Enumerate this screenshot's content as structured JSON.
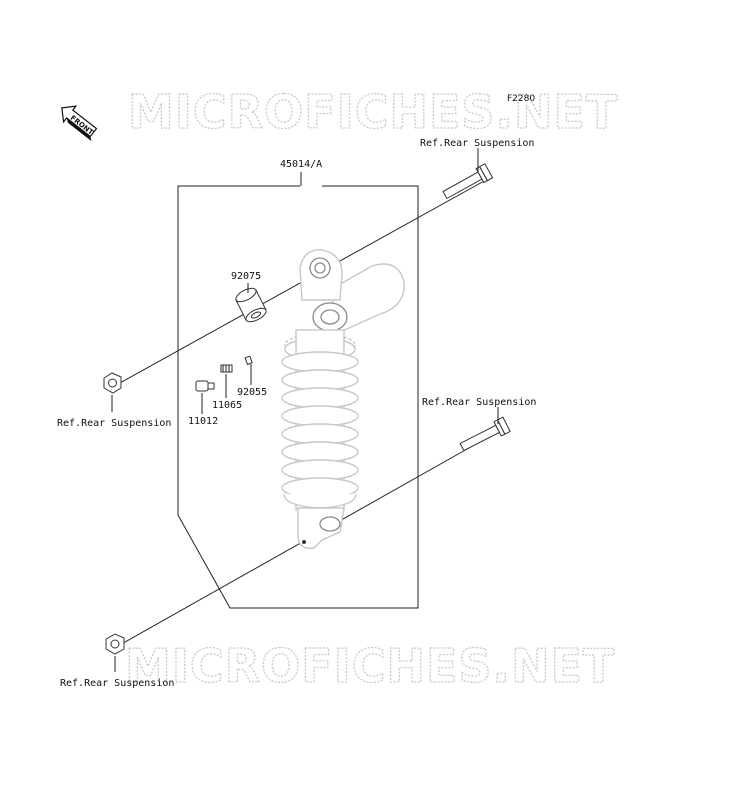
{
  "figure_code": "F2280",
  "watermark": "MICROFICHES.NET",
  "front_badge": "FRONT",
  "assembly_label": "45014/A",
  "parts": {
    "collar": "92075",
    "o_ring": "92055",
    "valve": "11065",
    "cap": "11012"
  },
  "refs": {
    "top_bolt": "Ref.Rear Suspension",
    "left_nut": "Ref.Rear Suspension",
    "lower_bolt": "Ref.Rear Suspension",
    "bottom_nut": "Ref.Rear Suspension"
  }
}
